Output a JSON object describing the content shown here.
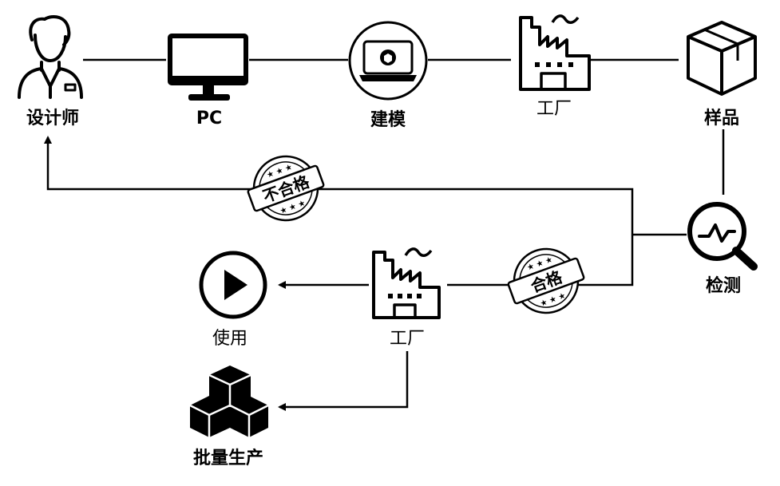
{
  "nodes": {
    "designer": "设计师",
    "pc": "PC",
    "modeling": "建模",
    "factory_top": "工厂",
    "sample": "样品",
    "inspection": "检测",
    "factory_bottom": "工厂",
    "use": "使用",
    "mass_production": "批量生产"
  },
  "stamps": {
    "fail": "不合格",
    "pass": "合格"
  },
  "colors": {
    "ink": "#000000",
    "background": "#ffffff"
  }
}
